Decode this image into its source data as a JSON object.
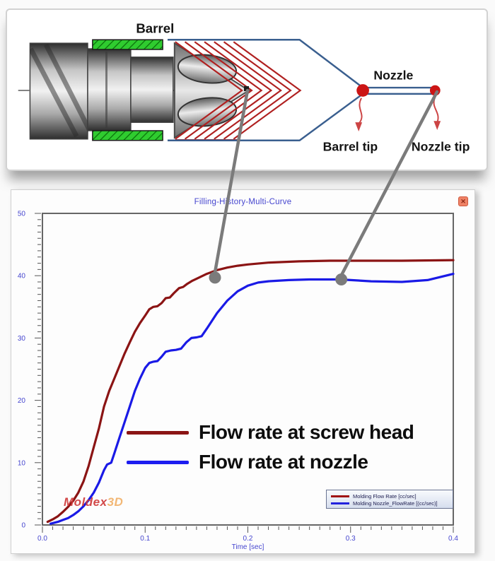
{
  "diagram": {
    "barrel_label": "Barrel",
    "nozzle_label": "Nozzle",
    "barrel_tip_label": "Barrel tip",
    "nozzle_tip_label": "Nozzle tip"
  },
  "chart_window": {
    "title": "Filling-History-Multi-Curve",
    "close_icon": "✕"
  },
  "annotations": {
    "screw_head": "Flow rate at screw head",
    "nozzle": "Flow rate at nozzle"
  },
  "watermark": {
    "part1": "Moldex",
    "part2": "3D"
  },
  "colors": {
    "axis_text": "#4646cf",
    "curve_red": "#8b1414",
    "curve_blue": "#1a1ae6",
    "connector_gray": "#7b7b7b",
    "diagram_red": "#b52222",
    "diagram_green": "#2fcc2f",
    "diagram_blue": "#3a5f8f",
    "tip_dot_red": "#cc1515",
    "close_button_bg": "#ef8266"
  },
  "chart_data": {
    "type": "line",
    "title": "Filling-History-Multi-Curve",
    "xlabel": "Time [sec]",
    "ylabel": "",
    "xlim": [
      0,
      0.4
    ],
    "ylim": [
      0,
      50
    ],
    "x_ticks": [
      0.0,
      0.1,
      0.2,
      0.3,
      0.4
    ],
    "x_tick_labels": [
      "0.0",
      "0.1",
      "0.2",
      "0.3",
      "0.4"
    ],
    "y_ticks": [
      0,
      10,
      20,
      30,
      40,
      50
    ],
    "y_tick_labels": [
      "0",
      "10",
      "20",
      "30",
      "40",
      "50"
    ],
    "x_minor_step": 0.01,
    "y_minor_step": 1,
    "grid": false,
    "legend_position": "bottom-right",
    "series": [
      {
        "name": "Molding Flow Rate [cc/sec]",
        "annotation": "Flow rate at screw head",
        "color": "#8b1414",
        "x": [
          0.005,
          0.01,
          0.015,
          0.02,
          0.025,
          0.03,
          0.035,
          0.04,
          0.045,
          0.05,
          0.055,
          0.06,
          0.065,
          0.07,
          0.075,
          0.08,
          0.085,
          0.09,
          0.095,
          0.1,
          0.104,
          0.108,
          0.112,
          0.116,
          0.12,
          0.124,
          0.128,
          0.133,
          0.137,
          0.141,
          0.146,
          0.15,
          0.16,
          0.17,
          0.18,
          0.19,
          0.2,
          0.22,
          0.25,
          0.28,
          0.31,
          0.35,
          0.4
        ],
        "y": [
          0.5,
          0.9,
          1.4,
          2.1,
          2.9,
          3.9,
          5.2,
          7.0,
          9.5,
          12.5,
          15.5,
          19.0,
          21.5,
          23.5,
          25.5,
          27.5,
          29.3,
          31.0,
          32.4,
          33.6,
          34.6,
          35.0,
          35.1,
          35.6,
          36.4,
          36.5,
          37.2,
          38.0,
          38.2,
          38.7,
          39.2,
          39.5,
          40.3,
          40.9,
          41.3,
          41.6,
          41.8,
          42.1,
          42.3,
          42.4,
          42.4,
          42.4,
          42.5
        ]
      },
      {
        "name": "Molding Nozzle_FlowRate [(cc/sec)]",
        "annotation": "Flow rate at nozzle",
        "color": "#1a1ae6",
        "x": [
          0.008,
          0.015,
          0.02,
          0.025,
          0.03,
          0.035,
          0.04,
          0.045,
          0.05,
          0.055,
          0.06,
          0.063,
          0.067,
          0.07,
          0.075,
          0.08,
          0.085,
          0.09,
          0.095,
          0.1,
          0.104,
          0.108,
          0.112,
          0.116,
          0.12,
          0.125,
          0.13,
          0.135,
          0.14,
          0.145,
          0.15,
          0.155,
          0.16,
          0.17,
          0.18,
          0.19,
          0.2,
          0.21,
          0.22,
          0.24,
          0.26,
          0.29,
          0.32,
          0.35,
          0.375,
          0.4
        ],
        "y": [
          0.2,
          0.5,
          0.8,
          1.1,
          1.6,
          2.2,
          3.0,
          4.0,
          5.2,
          6.8,
          8.8,
          9.7,
          10.0,
          11.5,
          14.0,
          16.5,
          19.0,
          21.5,
          23.5,
          25.2,
          26.0,
          26.2,
          26.3,
          27.0,
          27.8,
          28.0,
          28.1,
          28.3,
          29.3,
          30.0,
          30.1,
          30.3,
          31.5,
          34.0,
          36.0,
          37.5,
          38.4,
          38.9,
          39.1,
          39.3,
          39.4,
          39.4,
          39.1,
          39.0,
          39.3,
          40.3
        ]
      }
    ],
    "markers": [
      {
        "label": "pointer-from-barrel-tip",
        "series": 0,
        "x": 0.168,
        "y": 39.7
      },
      {
        "label": "pointer-from-nozzle-tip",
        "series": 1,
        "x": 0.291,
        "y": 39.4
      }
    ]
  }
}
